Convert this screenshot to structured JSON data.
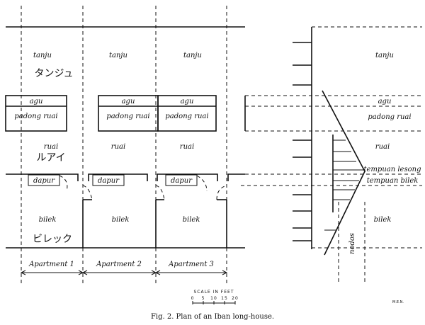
{
  "labels": {
    "tanju": "tanju",
    "agu": "agu",
    "padong_ruai": "padong ruai",
    "ruai": "ruai",
    "dapur": "dapur",
    "bilek": "bilek",
    "tempuan_lesong": "tempuan lesong",
    "tempuan_bilek": "tempuan bilek",
    "nodos": "nodos"
  },
  "annotations": {
    "tanju": "タンジュ",
    "ruai": "ルアイ",
    "bilek": "ビレック"
  },
  "apartments": [
    "Apartment 1",
    "Apartment 2",
    "Apartment 3"
  ],
  "scale": {
    "title": "SCALE IN FEET",
    "ticks": [
      "0",
      "5",
      "10",
      "15",
      "20"
    ]
  },
  "initials": "M.E.N.",
  "caption": "Fig. 2. Plan of an Iban long-house."
}
